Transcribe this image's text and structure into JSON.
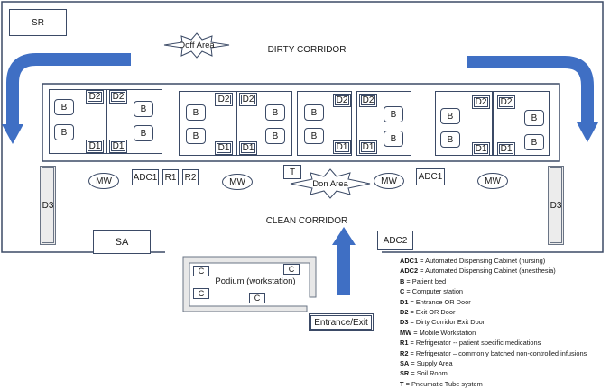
{
  "areas": {
    "soil_room": "SR",
    "supply_area": "SA",
    "dirty_corridor": "DIRTY CORRIDOR",
    "clean_corridor": "CLEAN CORRIDOR",
    "doff_area": "Doff Area",
    "don_area": "Don Area",
    "podium": "Podium (workstation)",
    "entrance_exit": "Entrance/Exit",
    "adc1": "ADC1",
    "adc2": "ADC2",
    "r1": "R1",
    "r2": "R2",
    "tube": "T",
    "dirty_exit_door": "D3"
  },
  "labels": {
    "bed": "B",
    "exit_door": "D2",
    "entrance_door": "D1",
    "mobile_workstation": "MW",
    "computer": "C"
  },
  "legend": [
    {
      "code": "ADC1",
      "desc": " = Automated Dispensing Cabinet (nursing)"
    },
    {
      "code": "ADC2",
      "desc": " = Automated Dispensing Cabinet (anesthesia)"
    },
    {
      "code": "B",
      "desc": " = Patient bed"
    },
    {
      "code": "C",
      "desc": " = Computer station"
    },
    {
      "code": "D1",
      "desc": " = Entrance OR Door"
    },
    {
      "code": "D2",
      "desc": " = Exit OR Door"
    },
    {
      "code": "D3",
      "desc": " = Dirty Corridor Exit Door"
    },
    {
      "code": "MW",
      "desc": " = Mobile Workstation"
    },
    {
      "code": "R1",
      "desc": " = Refrigerator -- patient specific medications"
    },
    {
      "code": "R2",
      "desc": " = Refrigerator – commonly batched non-controlled infusions"
    },
    {
      "code": "SA",
      "desc": " = Supply Area"
    },
    {
      "code": "SR",
      "desc": " = Soil Room"
    },
    {
      "code": "T",
      "desc": " = Pneumatic Tube system"
    }
  ]
}
